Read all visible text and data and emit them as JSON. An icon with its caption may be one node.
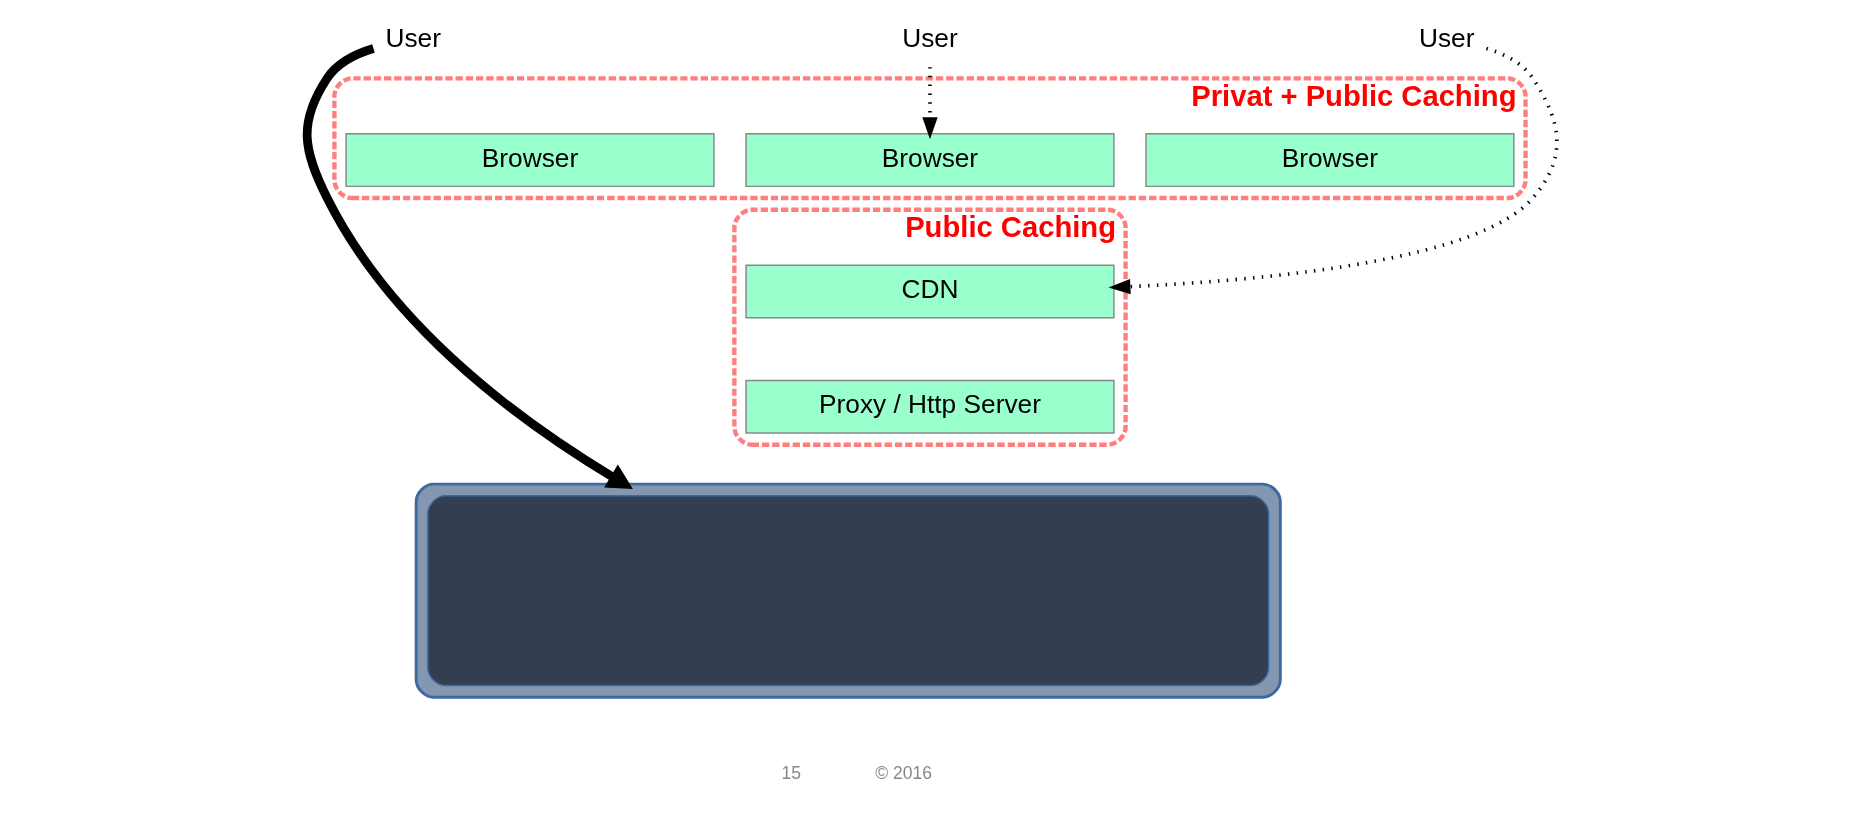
{
  "diagram": {
    "nodes": [
      {
        "text": [
          "User"
        ]
      },
      {
        "text": [
          "User"
        ]
      },
      {
        "text": [
          "User"
        ]
      },
      {
        "text": [
          "Privat + Public Caching"
        ]
      },
      {
        "text": [
          "Browser"
        ],
        "in": 3
      },
      {
        "text": [
          "Browser"
        ],
        "in": 3
      },
      {
        "text": [
          "Browser"
        ],
        "in": 3
      },
      {
        "text": [
          "Public Caching"
        ]
      },
      {
        "text": [
          "CDN"
        ],
        "in": 7
      },
      {
        "text": [
          "Proxy / Http Server"
        ],
        "in": 7
      },
      {
        "text": [],
        "shape": "box"
      },
      {
        "text": [],
        "shape": "box",
        "in": 10
      }
    ],
    "edges": [
      {
        "from": 0,
        "to": 4,
        "arrow": "to",
        "style": "dashed"
      },
      {
        "from": 1,
        "to": 8,
        "arrow": "to",
        "style": "dashed"
      },
      {
        "from": 2,
        "to": 10,
        "arrow": "to",
        "style": "thick"
      }
    ],
    "labels": [
      "15",
      "© 2016"
    ]
  }
}
